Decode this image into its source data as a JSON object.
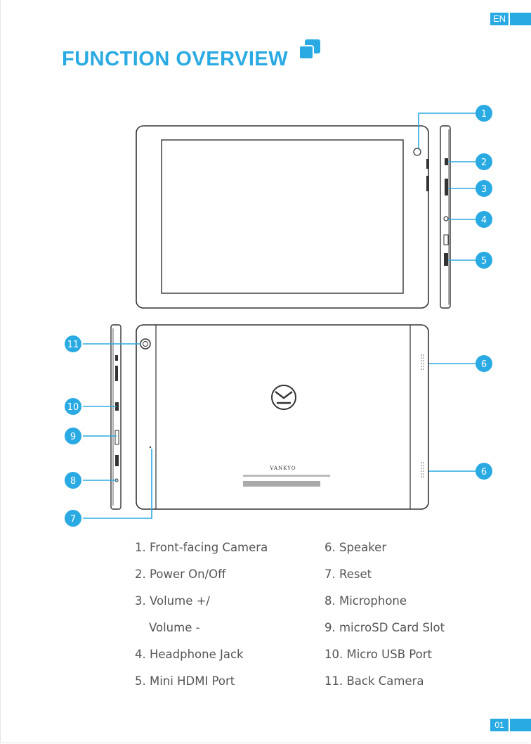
{
  "header": {
    "language_tag": "EN",
    "title": "FUNCTION OVERVIEW",
    "accent_color": "#2aaae2"
  },
  "diagram": {
    "brand_mark": "VANKYO",
    "callouts": [
      "1",
      "2",
      "3",
      "4",
      "5",
      "6",
      "6",
      "7",
      "8",
      "9",
      "10",
      "11"
    ]
  },
  "legend": {
    "left": [
      "1. Front-facing Camera",
      "2. Power On/Off",
      "3. Volume +/",
      "Volume -",
      "4. Headphone Jack",
      "5. Mini HDMI Port"
    ],
    "right": [
      "6. Speaker",
      "7. Reset",
      "8. Microphone",
      "9. microSD Card Slot",
      "10. Micro USB Port",
      "11. Back Camera"
    ]
  },
  "footer": {
    "page_number": "01"
  }
}
